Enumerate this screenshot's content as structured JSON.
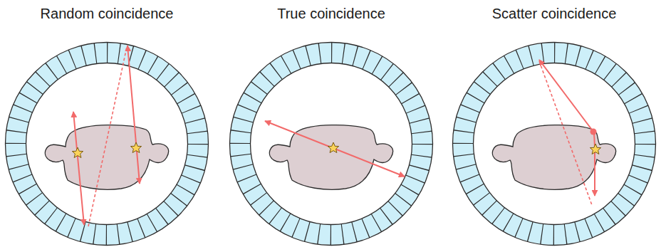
{
  "diagram": {
    "labels": [
      "Random coincidence",
      "True coincidence",
      "Scatter coincidence"
    ]
  }
}
